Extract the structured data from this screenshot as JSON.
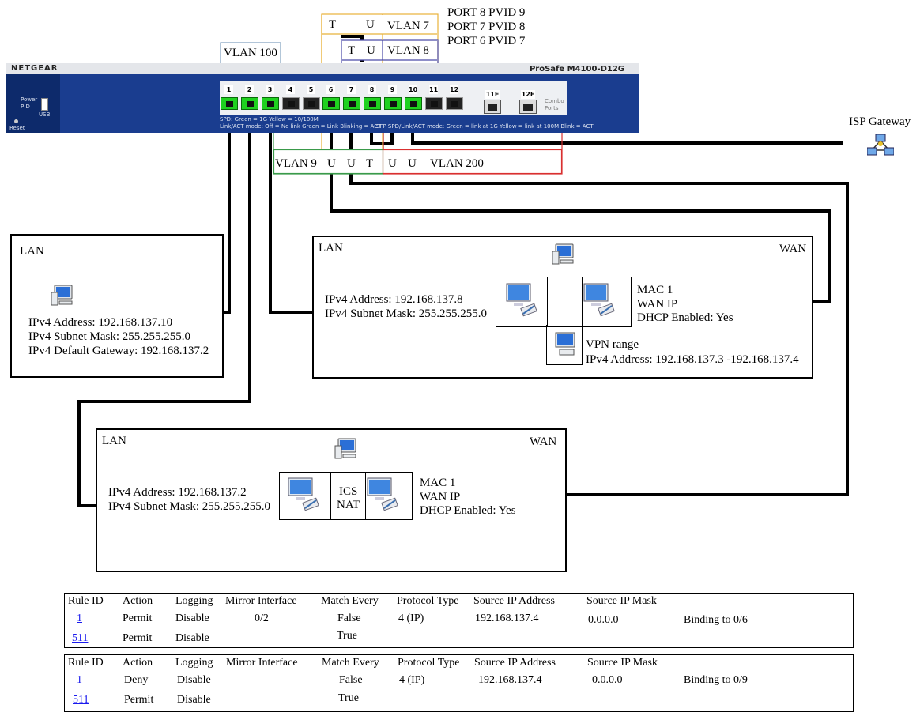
{
  "switch": {
    "brand": "NETGEAR",
    "model": "ProSafe M4100-D12G",
    "power_label": "Power",
    "pd_label": "P D",
    "usb_label": "USB",
    "reset_label": "Reset",
    "combo_label_1": "Combo",
    "combo_label_2": "Ports",
    "legend_text": "SPD: Green = 1G  Yellow = 10/100M",
    "legend_text_2": "Link/ACT mode: Off = No link  Green = Link  Blinking = ACT",
    "sfp_legend": "SFP  SPD/Link/ACT mode: Green = link at 1G Yellow = link at 100M Blink = ACT",
    "port_labels": [
      "1",
      "2",
      "3",
      "4",
      "5",
      "6",
      "7",
      "8",
      "9",
      "10",
      "11",
      "12",
      "11F",
      "12F"
    ]
  },
  "vlans": {
    "vlan100": "VLAN 100",
    "vlan7": "VLAN 7",
    "vlan8": "VLAN 8",
    "vlan9": "VLAN 9",
    "vlan200": "VLAN 200",
    "tag_t": "T",
    "tag_u": "U"
  },
  "pvid": {
    "line1": "PORT 8 PVID 9",
    "line2": "PORT 7 PVID 8",
    "line3": "PORT 6 PVID 7"
  },
  "isp": {
    "label": "ISP Gateway"
  },
  "lan1": {
    "title": "LAN",
    "ip": "IPv4 Address: 192.168.137.10",
    "mask": "IPv4 Subnet Mask: 255.255.255.0",
    "gateway": "IPv4 Default Gateway: 192.168.137.2"
  },
  "host2": {
    "lan_title": "LAN",
    "wan_title": "WAN",
    "ip": "IPv4 Address: 192.168.137.8",
    "mask": "IPv4 Subnet Mask: 255.255.255.0",
    "mac": "MAC 1",
    "wan_ip": "WAN IP",
    "dhcp": "DHCP Enabled: Yes",
    "vpn": "VPN range",
    "vpn_ip": "IPv4 Address: 192.168.137.3 -192.168.137.4"
  },
  "host3": {
    "lan_title": "LAN",
    "wan_title": "WAN",
    "ip": "IPv4 Address: 192.168.137.2",
    "mask": "IPv4 Subnet Mask: 255.255.255.0",
    "ics": "ICS",
    "nat": "NAT",
    "mac": "MAC 1",
    "wan_ip": "WAN IP",
    "dhcp": "DHCP Enabled: Yes"
  },
  "acl_headers": [
    "Rule ID",
    "Action",
    "Logging",
    "Mirror Interface",
    "Match Every",
    "Protocol Type",
    "Source IP Address",
    "Source IP Mask"
  ],
  "acl1": {
    "rows": [
      {
        "id": "1",
        "action": "Permit",
        "logging": "Disable",
        "mirror": "0/2",
        "match": "False",
        "proto": "4 (IP)",
        "src": "192.168.137.4",
        "mask": "0.0.0.0"
      },
      {
        "id": "511",
        "action": "Permit",
        "logging": "Disable",
        "mirror": "",
        "match": "True",
        "proto": "",
        "src": "",
        "mask": ""
      }
    ],
    "binding": "Binding to 0/6"
  },
  "acl2": {
    "rows": [
      {
        "id": "1",
        "action": "Deny",
        "logging": "Disable",
        "mirror": "",
        "match": "False",
        "proto": "4 (IP)",
        "src": "192.168.137.4",
        "mask": "0.0.0.0"
      },
      {
        "id": "511",
        "action": "Permit",
        "logging": "Disable",
        "mirror": "",
        "match": "True",
        "proto": "",
        "src": "",
        "mask": ""
      }
    ],
    "binding": "Binding to 0/9"
  },
  "colors": {
    "vlan100": "#7f9fbf",
    "vlan7": "#e8b23a",
    "vlan8": "#4a4aa8",
    "vlan9": "#3a9a4a",
    "vlan200": "#d93030",
    "switch_body": "#1a3d8f",
    "port_active": "#1fd11f",
    "link": "#1a1aee"
  },
  "icons": [
    "desktop-computer-icon",
    "networked-computer-icon",
    "network-gateway-icon"
  ]
}
